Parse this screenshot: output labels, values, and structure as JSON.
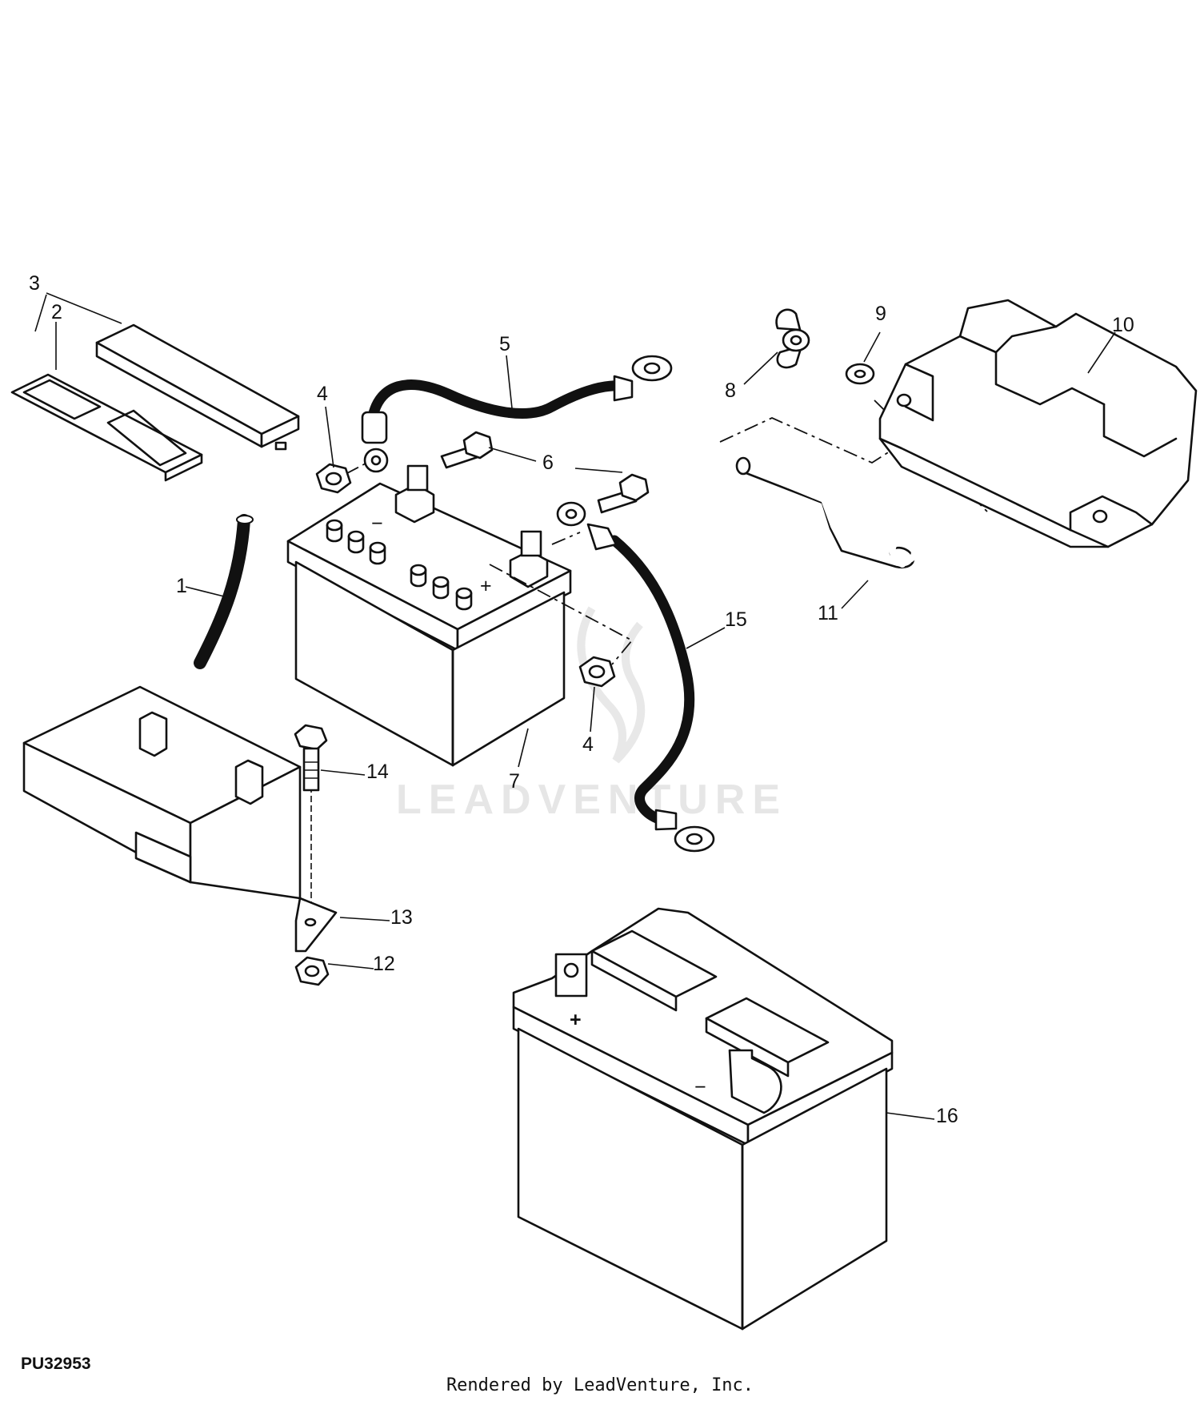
{
  "diagram": {
    "drawing_code": "PU32953",
    "watermark": "LEADVENTURE",
    "footer": "Rendered by LeadVenture, Inc.",
    "callouts": [
      "1",
      "2",
      "3",
      "4",
      "5",
      "6",
      "7",
      "8",
      "9",
      "10",
      "11",
      "12",
      "13",
      "14",
      "15",
      "16"
    ],
    "terminal_marks": {
      "plus": "+",
      "minus": "−"
    }
  }
}
